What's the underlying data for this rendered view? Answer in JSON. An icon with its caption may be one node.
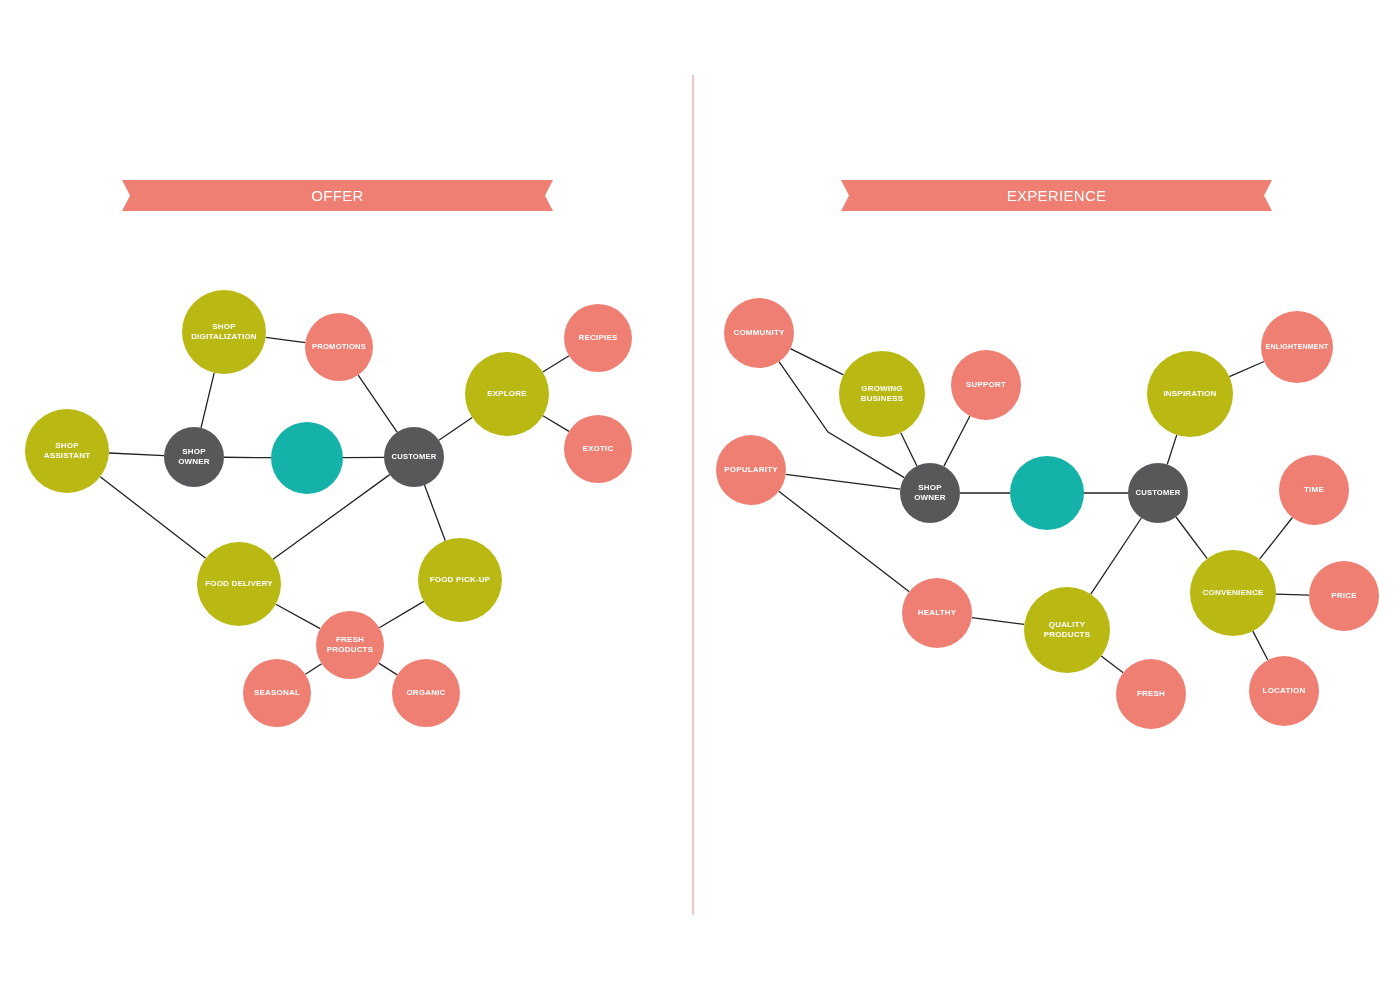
{
  "diagram": {
    "nodes": [
      {
        "text": [
          "OFFER"
        ]
      },
      {
        "text": [
          "SHOP DIGITALIZATION"
        ]
      },
      {
        "text": [
          "PROMOTIONS"
        ]
      },
      {
        "text": [
          "RECIPIES"
        ]
      },
      {
        "text": [
          "EXPLORE"
        ]
      },
      {
        "text": [
          "SHOP ASSISTANT"
        ]
      },
      {
        "text": [
          "SHOP OWNER"
        ]
      },
      {
        "text": [],
        "shape": "circle"
      },
      {
        "text": [
          "CUSTOMER"
        ]
      },
      {
        "text": [
          "EXOTIC"
        ]
      },
      {
        "text": [
          "FOOD DELIVERY"
        ]
      },
      {
        "text": [
          "FOOD PICK-UP"
        ]
      },
      {
        "text": [
          "FRESH PRODUCTS"
        ]
      },
      {
        "text": [
          "SEASONAL"
        ]
      },
      {
        "text": [
          "ORGANIC"
        ]
      },
      {
        "text": [
          "EXPERIENCE"
        ]
      },
      {
        "text": [
          "COMMUNITY"
        ]
      },
      {
        "text": [
          "ENLIGHTENMENT"
        ]
      },
      {
        "text": [
          "GROWING BUSINESS"
        ]
      },
      {
        "text": [
          "SUPPORT"
        ]
      },
      {
        "text": [
          "INSPIRATION"
        ]
      },
      {
        "text": [
          "POPULARITY"
        ]
      },
      {
        "text": [
          "SHOP OWNER"
        ]
      },
      {
        "text": [],
        "shape": "circle"
      },
      {
        "text": [
          "CUSTOMER"
        ]
      },
      {
        "text": [
          "TIME"
        ]
      },
      {
        "text": [
          "CONVENIENCE"
        ]
      },
      {
        "text": [
          "PRICE"
        ]
      },
      {
        "text": [
          "HEALTHY"
        ]
      },
      {
        "text": [
          "QUALITY PRODUCTS"
        ]
      },
      {
        "text": [
          "FRESH"
        ]
      },
      {
        "text": [
          "LOCATION"
        ]
      }
    ],
    "edges": [
      {
        "from": 1,
        "to": 2,
        "arrow": "none"
      },
      {
        "from": 1,
        "to": 6,
        "arrow": "none"
      },
      {
        "from": 5,
        "to": 6,
        "arrow": "none"
      },
      {
        "from": 6,
        "to": 7,
        "arrow": "none"
      },
      {
        "from": 7,
        "to": 8,
        "arrow": "none"
      },
      {
        "from": 2,
        "to": 8,
        "arrow": "none"
      },
      {
        "from": 8,
        "to": 4,
        "arrow": "none"
      },
      {
        "from": 4,
        "to": 3,
        "arrow": "none"
      },
      {
        "from": 4,
        "to": 9,
        "arrow": "none"
      },
      {
        "from": 5,
        "to": 10,
        "arrow": "none"
      },
      {
        "from": 10,
        "to": 8,
        "arrow": "none"
      },
      {
        "from": 8,
        "to": 11,
        "arrow": "none"
      },
      {
        "from": 10,
        "to": 12,
        "arrow": "none"
      },
      {
        "from": 11,
        "to": 12,
        "arrow": "none"
      },
      {
        "from": 12,
        "to": 13,
        "arrow": "none"
      },
      {
        "from": 12,
        "to": 14,
        "arrow": "none"
      },
      {
        "from": 16,
        "to": 18,
        "arrow": "none"
      },
      {
        "from": 16,
        "to": 22,
        "arrow": "none"
      },
      {
        "from": 18,
        "to": 22,
        "arrow": "none"
      },
      {
        "from": 19,
        "to": 22,
        "arrow": "none"
      },
      {
        "from": 21,
        "to": 22,
        "arrow": "none"
      },
      {
        "from": 22,
        "to": 23,
        "arrow": "none"
      },
      {
        "from": 23,
        "to": 24,
        "arrow": "none"
      },
      {
        "from": 24,
        "to": 20,
        "arrow": "none"
      },
      {
        "from": 20,
        "to": 17,
        "arrow": "none"
      },
      {
        "from": 24,
        "to": 26,
        "arrow": "none"
      },
      {
        "from": 24,
        "to": 29,
        "arrow": "none"
      },
      {
        "from": 26,
        "to": 25,
        "arrow": "none"
      },
      {
        "from": 26,
        "to": 27,
        "arrow": "none"
      },
      {
        "from": 26,
        "to": 31,
        "arrow": "none"
      },
      {
        "from": 21,
        "to": 28,
        "arrow": "none"
      },
      {
        "from": 28,
        "to": 29,
        "arrow": "none"
      },
      {
        "from": 29,
        "to": 30,
        "arrow": "none"
      }
    ]
  }
}
